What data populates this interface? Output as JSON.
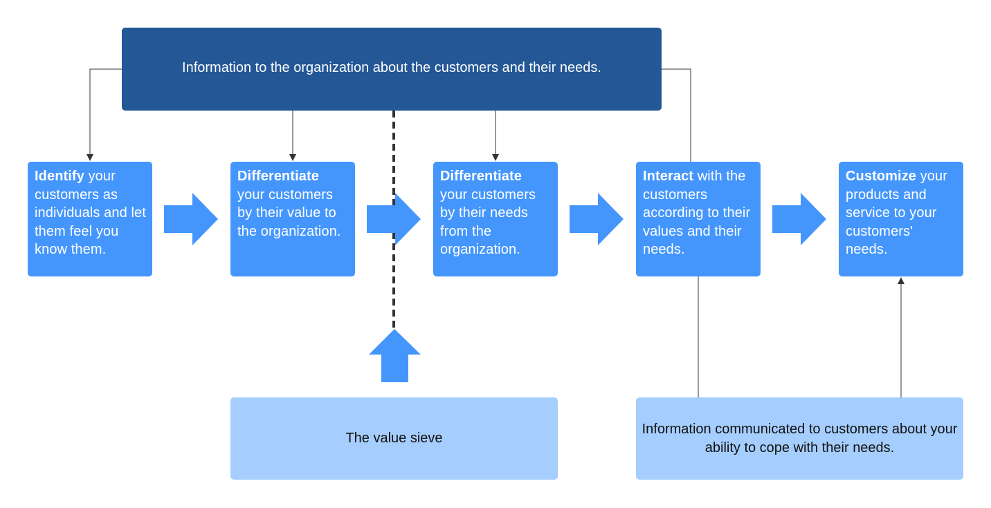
{
  "top_box": {
    "text": "Information to the organization about the customers and their needs."
  },
  "steps": [
    {
      "bold": "Identify",
      "rest": " your customers as individuals and let them feel you know them."
    },
    {
      "bold": "Differentiate",
      "rest": " your customers by their value to the organization."
    },
    {
      "bold": "Differentiate",
      "rest": " your customers by their needs from the organization."
    },
    {
      "bold": "Interact",
      "rest": " with the customers according to their values and their needs."
    },
    {
      "bold": "Customize",
      "rest": " your products and service to your customers' needs."
    }
  ],
  "value_sieve": {
    "text": "The value sieve"
  },
  "communication_box": {
    "text": "Information communicated to customers about your ability to cope with their needs."
  },
  "colors": {
    "top_box": "#235796",
    "step_box": "#4496fc",
    "light_box": "#a5cdfd",
    "arrow": "#4496fc",
    "connector": "#333333",
    "dashed": "#333333"
  }
}
